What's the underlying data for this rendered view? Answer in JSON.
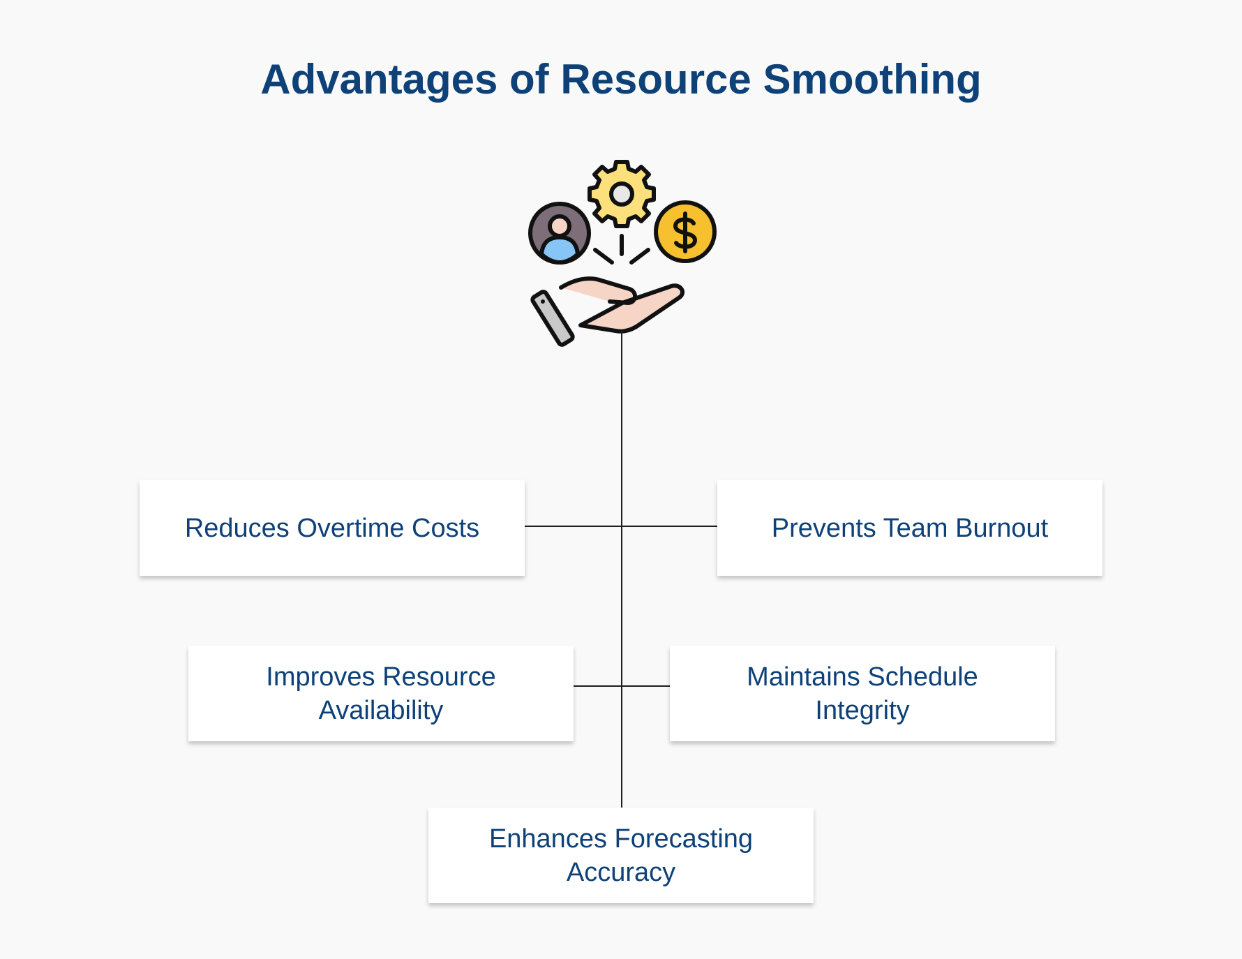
{
  "title": "Advantages of Resource Smoothing",
  "central_icon": "hand-holding-resources-icon",
  "colors": {
    "title": "#0d4178",
    "box_text": "#0d4178",
    "connector": "#1e1e1e",
    "background": "#f9f9f9",
    "gear": "#fbe07b",
    "coin": "#f7c02f",
    "person_bg": "#7d6e7a",
    "person_body": "#86c5f5",
    "hand": "#f7d5c6"
  },
  "items": [
    {
      "label": "Reduces Overtime Costs"
    },
    {
      "label": "Prevents Team Burnout"
    },
    {
      "label": "Improves Resource Availability"
    },
    {
      "label": "Maintains Schedule Integrity"
    },
    {
      "label": "Enhances Forecasting Accuracy"
    }
  ]
}
